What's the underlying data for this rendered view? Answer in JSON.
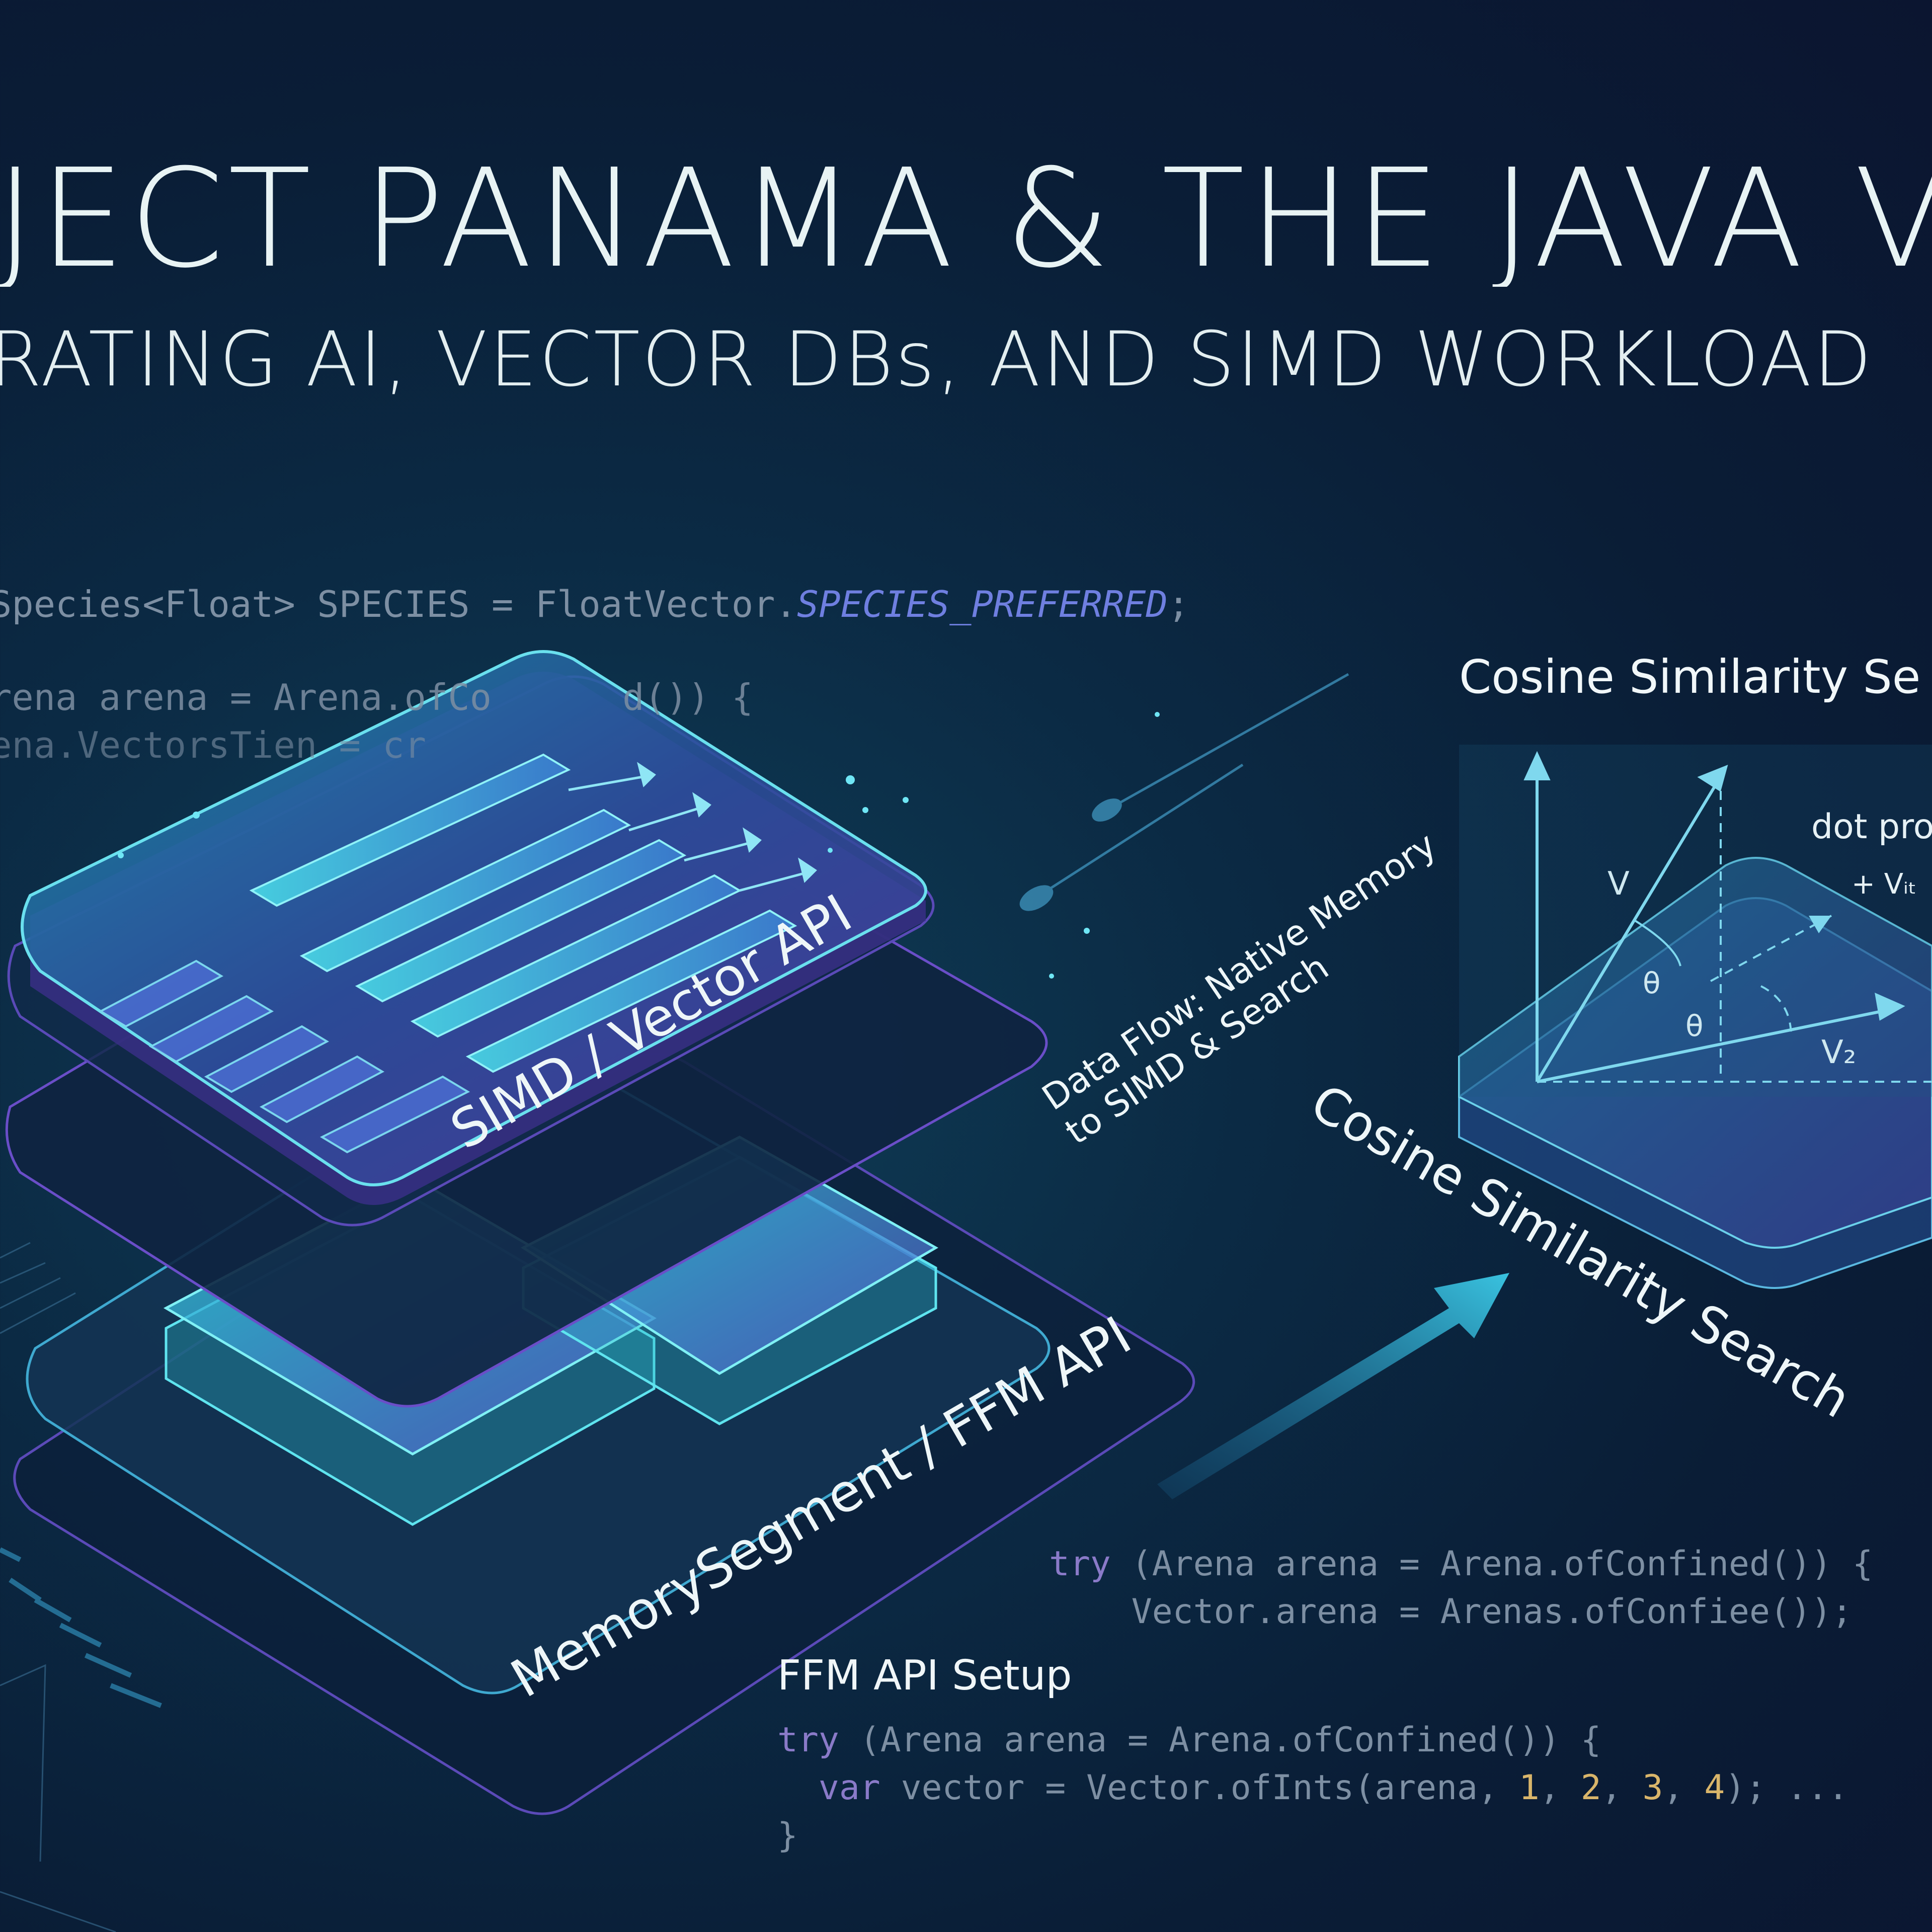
{
  "header": {
    "title": "OJECT PANAMA & THE JAVA V",
    "subtitle": "ERATING AI, VECTOR DBs, AND SIMD WORKLOAD"
  },
  "top_code": {
    "line1_prefix": "Species<Float> SPECIES = FloatVector.",
    "line1_italic": "SPECIES_PREFERRED",
    "line1_suffix": ";",
    "line2": "rena arena = Arena.ofCo      d()) {",
    "line3": "ena.VectorsTien = cr"
  },
  "layers": {
    "top_label": "SIMD / Vector API",
    "bottom_label": "MemorySegment / FFM API"
  },
  "flow": {
    "line1": "Data Flow: Native Memory",
    "line2": "to SIMD & Search",
    "arrow_label": "Cosine Similarity Search"
  },
  "cosine_panel": {
    "title": "Cosine Similarity Se",
    "v_label": "V",
    "theta1": "θ",
    "theta2": "θ",
    "v2_label": "V₂",
    "dot_label": "dot pro",
    "dot_sub": "+ Vᵢₜ"
  },
  "right_code": {
    "line1_kw": "try",
    "line1_rest": " (Arena arena = Arena.ofConfined()) {",
    "line2": "    Vector.arena = Arenas.ofConfiee());"
  },
  "ffm_setup": {
    "title": "FFM API Setup",
    "line1_kw": "try",
    "line1_rest": " (Arena arena = Arena.ofConfined()) {",
    "line2_kw": "var",
    "line2_mid": " vector = Vector.ofInts(arena, ",
    "n1": "1",
    "n2": "2",
    "n3": "3",
    "n4": "4",
    "line2_end": "); ...",
    "line3": "}"
  },
  "colors": {
    "accent_cyan": "#3fd6e0",
    "accent_purple": "#8a5ad8",
    "background": "#0b2238"
  }
}
